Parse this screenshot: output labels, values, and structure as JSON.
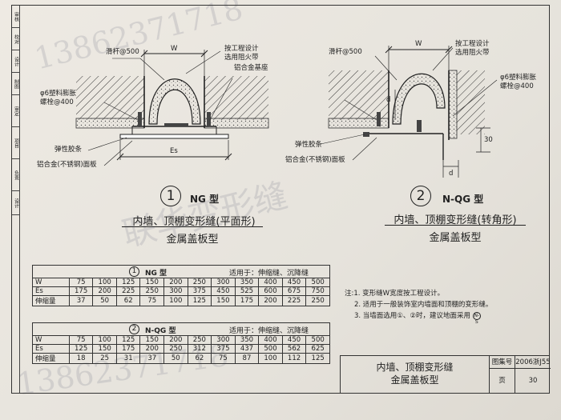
{
  "sidebar": {
    "cells": [
      "审核",
      "校对",
      "设计",
      "制图",
      "审定",
      "项目",
      "负责",
      "设计"
    ]
  },
  "drawing_ng": {
    "labels": {
      "slider": "滑杆@500",
      "fire_band": "按工程设计\n选用阻火带",
      "alu_base": "铝合金基座",
      "bolt": "φ6塑料膨胀\n螺栓@400",
      "elastic_strip": "弹性胶条",
      "cover_plate": "铝合金(不锈钢)面板",
      "dim_w": "W",
      "dim_es": "Es"
    },
    "caption": {
      "num": "1",
      "type": "NG 型",
      "title_line1": "内墙、顶棚变形缝(平面形)",
      "title_line2": "金属盖板型"
    }
  },
  "drawing_nqg": {
    "labels": {
      "slider": "滑杆@500",
      "fire_band": "按工程设计\n选用阻火带",
      "bolt": "φ6塑料膨胀\n螺栓@400",
      "elastic_strip": "弹性胶条",
      "cover_plate": "铝合金(不锈钢)面板",
      "dim_w": "W",
      "dim_d1": "d",
      "dim_d2": "d",
      "dim_30": "30"
    },
    "caption": {
      "num": "2",
      "type": "N-QG 型",
      "title_line1": "内墙、顶棚变形缝(转角形)",
      "title_line2": "金属盖板型"
    }
  },
  "table_ng": {
    "num": "1",
    "type": "NG 型",
    "usage": "适用于：伸缩缝、沉降缝",
    "rows": [
      {
        "head": "W",
        "values": [
          "75",
          "100",
          "125",
          "150",
          "200",
          "250",
          "300",
          "350",
          "400",
          "450",
          "500"
        ]
      },
      {
        "head": "Es",
        "values": [
          "175",
          "200",
          "225",
          "250",
          "300",
          "375",
          "450",
          "525",
          "600",
          "675",
          "750"
        ]
      },
      {
        "head": "伸缩量",
        "values": [
          "37",
          "50",
          "62",
          "75",
          "100",
          "125",
          "150",
          "175",
          "200",
          "225",
          "250"
        ]
      }
    ]
  },
  "table_nqg": {
    "num": "2",
    "type": "N-QG 型",
    "usage": "适用于：伸缩缝、沉降缝",
    "rows": [
      {
        "head": "W",
        "values": [
          "75",
          "100",
          "125",
          "150",
          "200",
          "250",
          "300",
          "350",
          "400",
          "450",
          "500"
        ]
      },
      {
        "head": "Es",
        "values": [
          "125",
          "150",
          "175",
          "200",
          "250",
          "312",
          "375",
          "437",
          "500",
          "562",
          "625"
        ]
      },
      {
        "head": "伸缩量",
        "values": [
          "18",
          "25",
          "31",
          "37",
          "50",
          "62",
          "75",
          "87",
          "100",
          "112",
          "125"
        ]
      }
    ]
  },
  "notes": {
    "line1": "注:1. 变形缝W宽度按工程设计。",
    "line2": "2. 适用于一般装饰室内墙面和顶棚的变形缝。",
    "line3": "3. 当墙面选用①、②时，建议地面采用",
    "sym": "N-S"
  },
  "title_block": {
    "title_line1": "内墙、顶棚变形缝",
    "title_line2": "金属盖板型",
    "atlas_label": "图集号",
    "atlas_value": "2006浙J55",
    "page_label": "页",
    "page_value": "30"
  },
  "watermark": {
    "text1": "13862371718",
    "text2": "联华变形缝",
    "text3": "13862371718"
  }
}
